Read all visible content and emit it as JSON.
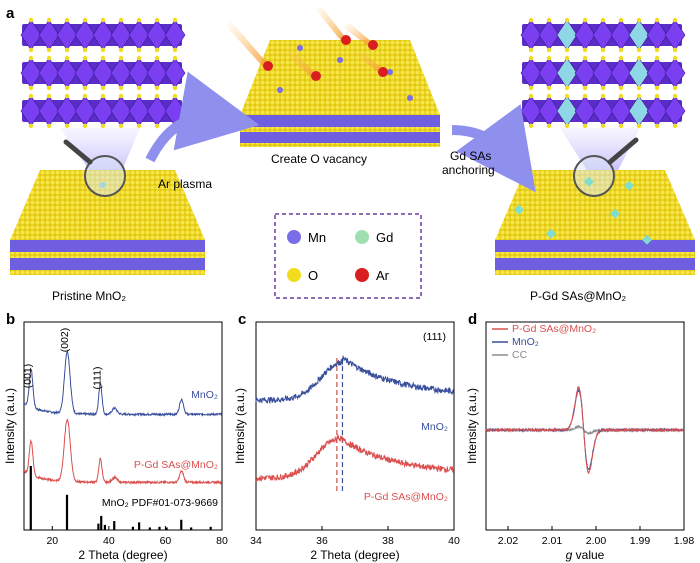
{
  "panel_a": {
    "letter": "a",
    "step1_label": "Ar plasma",
    "step2_label_line1": "Gd SAs",
    "step2_label_line2": "anchoring",
    "center_caption": "Create O vacancy",
    "left_caption": "Pristine MnO₂",
    "right_caption": "P-Gd SAs@MnO₂",
    "legend": [
      {
        "symbol": "Mn",
        "color": "#7a6ee8"
      },
      {
        "symbol": "Gd",
        "color": "#9fe0b0"
      },
      {
        "symbol": "O",
        "color": "#f2dc1e"
      },
      {
        "symbol": "Ar",
        "color": "#d81e1e"
      }
    ],
    "colors": {
      "mn_layer": "#6f5fe0",
      "oxygen": "#f2dc1e",
      "polyhedra": "#6a2fd6",
      "gd": "#7fdcd0",
      "arrow": "#8f8fee"
    }
  },
  "chart_data": [
    {
      "panel": "b",
      "type": "line",
      "xlabel": "2 Theta (degree)",
      "ylabel": "Intensity (a.u.)",
      "xlim": [
        10,
        80
      ],
      "xticks": [
        20,
        40,
        60,
        80
      ],
      "peak_labels": [
        {
          "text": "(001)",
          "x": 12.5
        },
        {
          "text": "(002)",
          "x": 25.5
        },
        {
          "text": "(111)",
          "x": 37
        }
      ],
      "reference_label": "MnO₂ PDF#01-073-9669",
      "reference_sticks": [
        {
          "x": 12.4,
          "h": 1.0
        },
        {
          "x": 25.2,
          "h": 0.55
        },
        {
          "x": 36.3,
          "h": 0.1
        },
        {
          "x": 37.3,
          "h": 0.22
        },
        {
          "x": 38.6,
          "h": 0.08
        },
        {
          "x": 41.9,
          "h": 0.14
        },
        {
          "x": 48.5,
          "h": 0.05
        },
        {
          "x": 50.7,
          "h": 0.12
        },
        {
          "x": 54.5,
          "h": 0.04
        },
        {
          "x": 57.9,
          "h": 0.05
        },
        {
          "x": 60.4,
          "h": 0.04
        },
        {
          "x": 65.6,
          "h": 0.16
        },
        {
          "x": 69.1,
          "h": 0.04
        },
        {
          "x": 76.0,
          "h": 0.05
        }
      ],
      "series": [
        {
          "name": "MnO₂",
          "color": "#3a4f9c",
          "peaks": [
            {
              "x": 12.5,
              "h": 0.6,
              "w": 0.9
            },
            {
              "x": 25.3,
              "h": 1.0,
              "w": 1.4
            },
            {
              "x": 37.0,
              "h": 0.5,
              "w": 0.8
            },
            {
              "x": 42.0,
              "h": 0.1,
              "w": 1.2
            },
            {
              "x": 65.7,
              "h": 0.24,
              "w": 1.0
            }
          ]
        },
        {
          "name": "P-Gd SAs@MnO₂",
          "color": "#d9504f",
          "peaks": [
            {
              "x": 12.5,
              "h": 0.55,
              "w": 0.9
            },
            {
              "x": 25.3,
              "h": 1.0,
              "w": 1.5
            },
            {
              "x": 37.0,
              "h": 0.38,
              "w": 0.8
            },
            {
              "x": 42.0,
              "h": 0.08,
              "w": 1.2
            },
            {
              "x": 65.7,
              "h": 0.18,
              "w": 1.0
            }
          ]
        }
      ]
    },
    {
      "panel": "c",
      "type": "line",
      "xlabel": "2 Theta (degree)",
      "ylabel": "Intensity (a.u.)",
      "xlim": [
        34,
        40
      ],
      "xticks": [
        34,
        36,
        38,
        40
      ],
      "annotation": "(111)",
      "dashed_lines": [
        {
          "x": 36.45,
          "color": "#d9504f"
        },
        {
          "x": 36.62,
          "color": "#3a4f9c"
        }
      ],
      "series": [
        {
          "name": "MnO₂",
          "color": "#3a4f9c",
          "peak_x": 36.62
        },
        {
          "name": "P-Gd SAs@MnO₂",
          "color": "#d9504f",
          "peak_x": 36.45
        }
      ]
    },
    {
      "panel": "d",
      "type": "line",
      "xlabel_italic": "g",
      "xlabel_rest": " value",
      "ylabel": "Intensity (a.u.)",
      "xlim": [
        2.025,
        1.98
      ],
      "xticks": [
        2.02,
        2.01,
        2.0,
        1.99,
        1.98
      ],
      "xtick_labels": [
        "2.02",
        "2.01",
        "2.00",
        "1.99",
        "1.98"
      ],
      "series": [
        {
          "name": "P-Gd SAs@MnO₂",
          "color": "#d9504f",
          "amp": 1.0
        },
        {
          "name": "MnO₂",
          "color": "#3a4f9c",
          "amp": 0.92
        },
        {
          "name": "CC",
          "color": "#8c8c8c",
          "amp": 0.08
        }
      ]
    }
  ]
}
